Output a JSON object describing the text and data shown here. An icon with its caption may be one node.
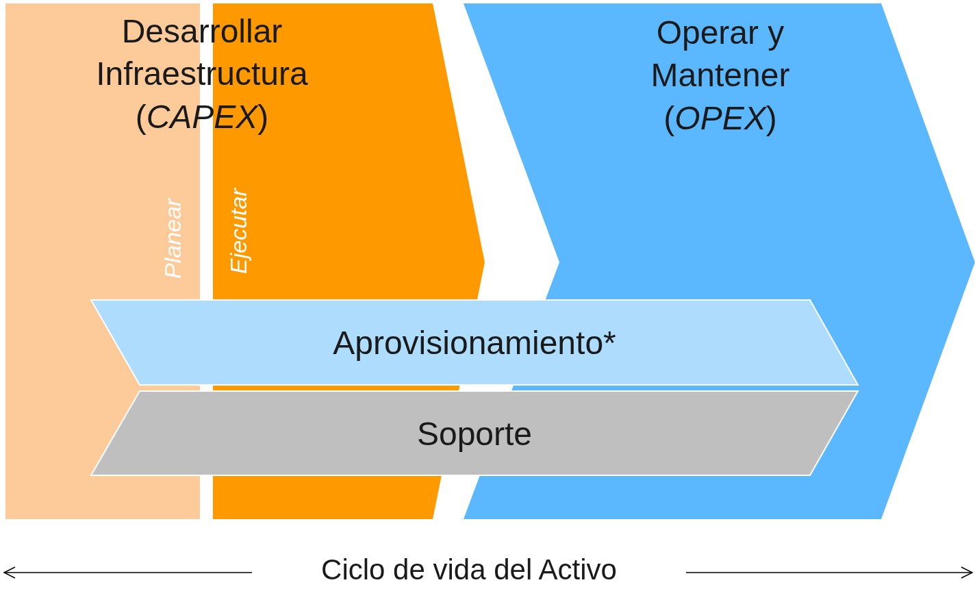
{
  "diagram": {
    "nodes": [
      {
        "text": [
          "Planear"
        ]
      },
      {
        "text": [
          "Ejecutar"
        ]
      },
      {
        "text": [
          "Operar y Mantener (*OPEX*)"
        ]
      },
      {
        "text": [
          "Aprovisionamiento*"
        ]
      },
      {
        "text": [
          "Soporte"
        ]
      }
    ],
    "labels": [
      "Desarrollar Infraestructura (*CAPEX*)",
      "Ciclo de vida del Activo"
    ]
  }
}
